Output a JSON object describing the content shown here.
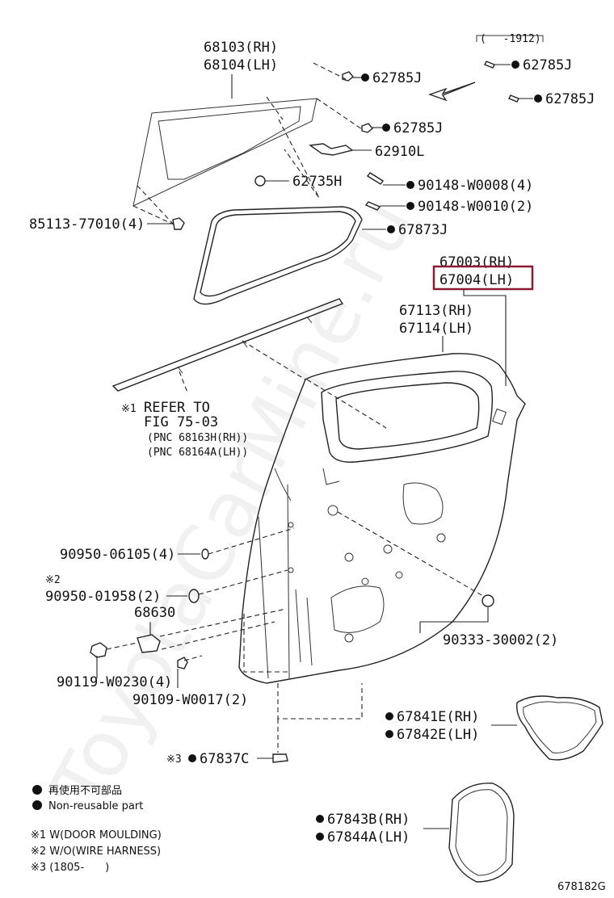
{
  "watermark": "ToyotaCarMine.ru",
  "figure_code": "678182G",
  "date_range_top": "(　 -1912)",
  "labels": {
    "p68103": "68103(RH)",
    "p68104": "68104(LH)",
    "p62785j_1": "62785J",
    "p62785j_2": "62785J",
    "p62785j_3": "62785J",
    "p62785j_4": "62785J",
    "p62910l": "62910L",
    "p62735h": "62735H",
    "p90148_w0008": "90148-W0008(4)",
    "p90148_w0010": "90148-W0010(2)",
    "p85113": "85113-77010(4)",
    "p67873j": "67873J",
    "p67003": "67003(RH)",
    "p67004": "67004(LH)",
    "p67113": "67113(RH)",
    "p67114": "67114(LH)",
    "refer_mark": "※1",
    "refer_1": "REFER TO",
    "refer_2": "FIG 75-03",
    "refer_3": "(PNC 68163H(RH))",
    "refer_4": "(PNC 68164A(LH))",
    "p90950_06105": "90950-06105(4)",
    "mark2": "※2",
    "p90950_01958": "90950-01958(2)",
    "p68630": "68630",
    "p90333": "90333-30002(2)",
    "p90119": "90119-W0230(4)",
    "p90109": "90109-W0017(2)",
    "p67841e": "67841E(RH)",
    "p67842e": "67842E(LH)",
    "mark3": "※3",
    "p67837c": "67837C",
    "p67843b": "67843B(RH)",
    "p67844a": "67844A(LH)"
  },
  "legend": {
    "jp": "再使用不可部品",
    "en": "Non-reusable part"
  },
  "notes": [
    "※1 W(DOOR MOULDING)",
    "※2 W/O(WIRE HARNESS)",
    "※3 (1805-　　)"
  ],
  "highlight_color": "#8b1a33"
}
